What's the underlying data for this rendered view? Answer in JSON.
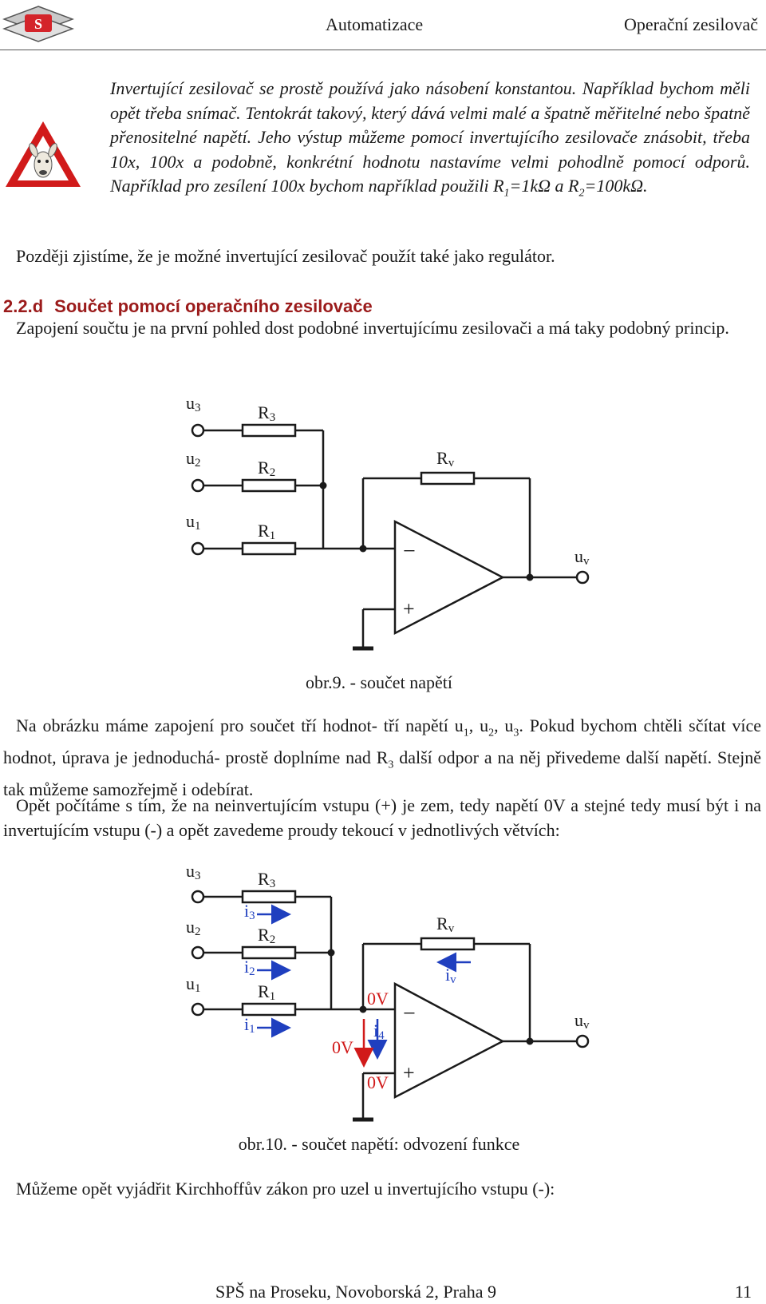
{
  "header": {
    "left": "Automatizace",
    "right": "Operační zesilovač"
  },
  "note": {
    "text": "Invertující zesilovač se prostě používá jako násobení konstantou. Například bychom měli opět třeba snímač. Tentokrát takový, který dává velmi malé a špatně měřitelné nebo špatně přenositelné napětí. Jeho výstup můžeme pomocí invertujícího zesilovače znásobit, třeba 10x, 100x a podobně, konkrétní hodnotu nastavíme velmi pohodlně pomocí odporů. Například pro zesílení 100x bychom například použili R",
    "sub1": "1",
    "mid": "=1kΩ a R",
    "sub2": "2",
    "end": "=100kΩ."
  },
  "para_later": "Později zjistíme, že je možné invertující zesilovač použít také jako regulátor.",
  "section": {
    "number": "2.2.d",
    "title": "Součet pomocí operačního zesilovače"
  },
  "para_intro": "Zapojení součtu je na první pohled dost podobné invertujícímu zesilovači a má taky podobný princip.",
  "fig9": {
    "caption": "obr.9. - součet napětí",
    "u": [
      "u",
      "3",
      "u",
      "2",
      "u",
      "1"
    ],
    "r": [
      "R",
      "3",
      "R",
      "2",
      "R",
      "1"
    ],
    "rv": [
      "R",
      "v"
    ],
    "uv": [
      "u",
      "v"
    ],
    "minus": "−",
    "plus": "+"
  },
  "para_fig9": {
    "a": "Na obrázku máme zapojení pro součet tří hodnot- tří napětí u",
    "s1": "1",
    "b": ", u",
    "s2": "2",
    "c": ", u",
    "s3": "3",
    "d": ". Pokud bychom chtěli sčítat více hodnot, úprava je jednoduchá- prostě doplníme nad R",
    "s4": "3",
    "e": " další odpor a na něj přivedeme další napětí. Stejně tak můžeme samozřejmě i odebírat."
  },
  "para_zero": "Opět počítáme s tím, že na neinvertujícím vstupu (+) je zem, tedy napětí 0V a stejné tedy musí být i na invertujícím vstupu (-) a opět zavedeme proudy tekoucí v jednotlivých větvích:",
  "fig10": {
    "caption": "obr.10. - součet napětí: odvození funkce",
    "i": [
      "i",
      "3",
      "i",
      "2",
      "i",
      "1"
    ],
    "iv": [
      "i",
      "v"
    ],
    "i4": [
      "i",
      "4"
    ],
    "zero_v": "0V"
  },
  "para_kirchhoff": "Můžeme opět vyjádřit Kirchhoffův zákon pro uzel u invertujícího vstupu (-):",
  "footer": {
    "text": "SPŠ na Proseku, Novoborská 2, Praha 9",
    "page": "11"
  },
  "colors": {
    "heading": "#9b1b1b",
    "current_arrows": "#1f3fbf",
    "warning_sign": "#d11a1a"
  },
  "icons": [
    "sps-logo-icon",
    "warning-llama-icon"
  ]
}
